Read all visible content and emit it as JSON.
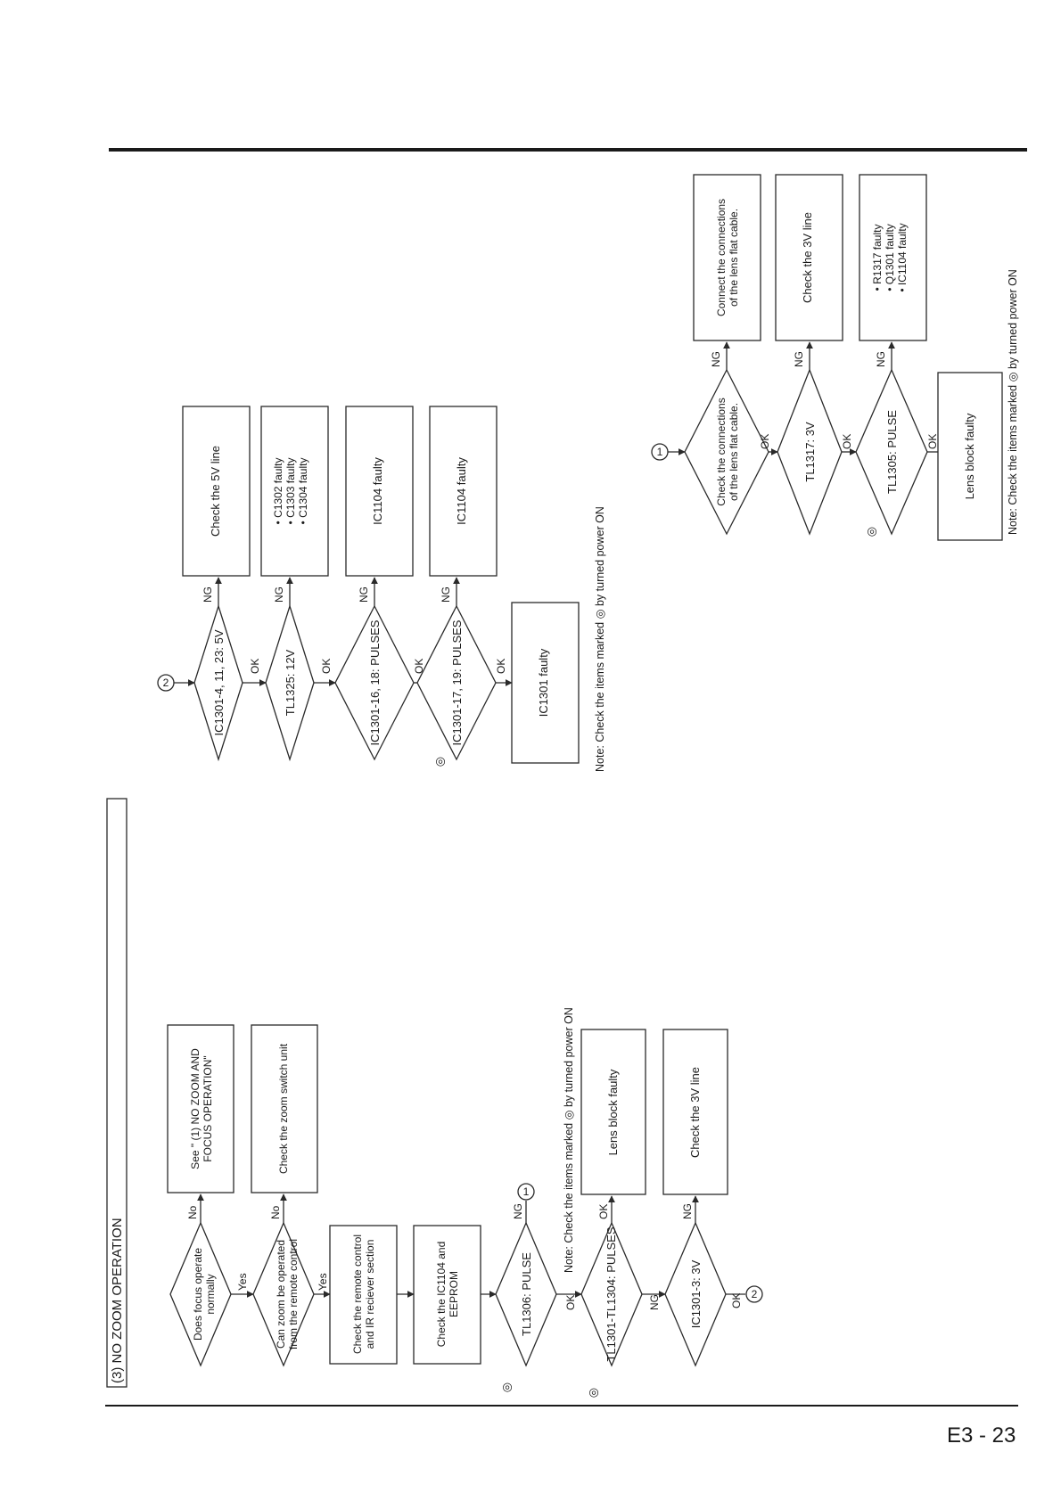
{
  "title": "(3) NO ZOOM OPERATION",
  "page_number": "E3 - 23",
  "labels": {
    "yes": "Yes",
    "no": "No",
    "ok": "OK",
    "ng": "NG"
  },
  "connectors": {
    "one": "1",
    "two": "2"
  },
  "marker": "◎",
  "flow_main": {
    "d1": [
      "Does focus operate",
      "normally"
    ],
    "b1": [
      "See \" (1) NO ZOOM AND",
      "FOCUS OPERATION\""
    ],
    "d2": [
      "Can zoom be operated",
      "from the remote control"
    ],
    "b2": "Check the zoom switch unit",
    "b3": [
      "Check the remote control",
      "and IR reciever section"
    ],
    "b4": [
      "Check the IC1104 and",
      "EEPROM"
    ],
    "d3": "TL1306: PULSE",
    "d4": "TL1301-TL1304: PULSES",
    "b5": "Lens block faulty",
    "d5": "IC1301-3: 3V",
    "b6": "Check the 3V line",
    "note": "Note: Check the items marked ◎ by turned power ON"
  },
  "flow_two": {
    "d1": "IC1301-4, 11, 23: 5V",
    "b1": "Check the 5V line",
    "d2": "TL1325: 12V",
    "b2": [
      "• C1302 faulty",
      "• C1303 faulty",
      "• C1304 faulty"
    ],
    "d3": "IC1301-16, 18: PULSES",
    "b3": "IC1104 faulty",
    "d4": "IC1301-17, 19: PULSES",
    "b4": "IC1104 faulty",
    "b5": "IC1301 faulty",
    "note": "Note: Check the items marked ◎ by turned power ON"
  },
  "flow_one": {
    "d1": [
      "Check the connections",
      "of the lens flat cable."
    ],
    "b1": [
      "Connect the connections",
      "of the lens flat cable."
    ],
    "d2": "TL1317: 3V",
    "b2": "Check the 3V line",
    "d3": "TL1305: PULSE",
    "b3": [
      "• R1317 faulty",
      "• Q1301 faulty",
      "• IC1104 faulty"
    ],
    "b4": "Lens block faulty",
    "note": "Note: Check the items marked ◎ by turned power ON"
  }
}
